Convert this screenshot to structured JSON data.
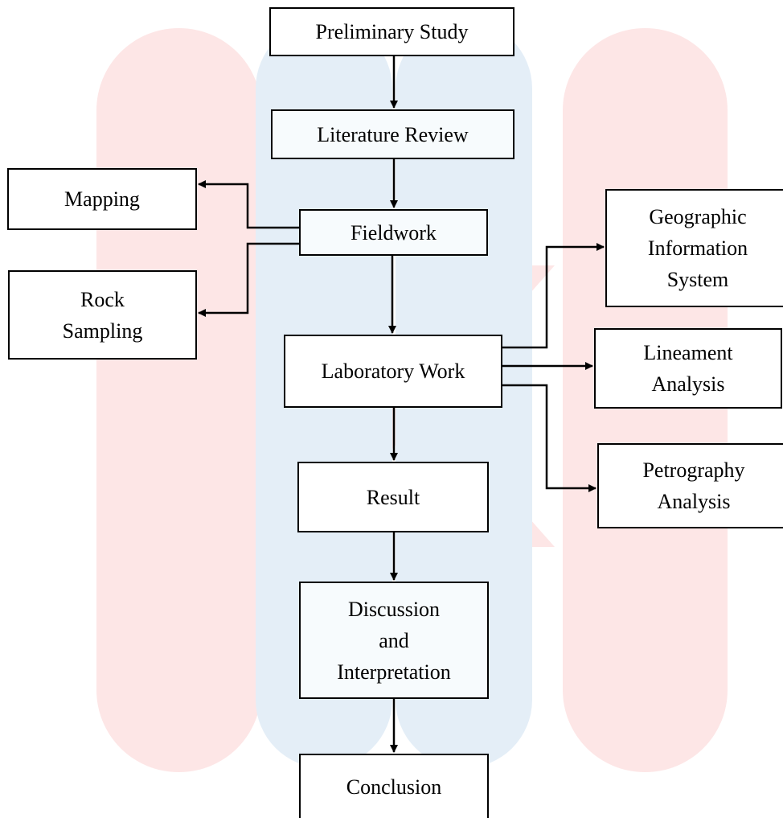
{
  "colors": {
    "box_border": "#000000",
    "arrow": "#000000",
    "watermark_red": "#fde6e6",
    "watermark_blue": "#e4eef7"
  },
  "watermark": {
    "description_icon": "university-logo-watermark"
  },
  "steps": {
    "preliminary_study": "Preliminary Study",
    "literature_review": "Literature Review",
    "fieldwork": "Fieldwork",
    "laboratory_work": "Laboratory Work",
    "result": "Result",
    "discussion": [
      "Discussion",
      "and",
      "Interpretation"
    ],
    "conclusion": "Conclusion"
  },
  "fieldwork_outputs": {
    "mapping": "Mapping",
    "rock_sampling": [
      "Rock",
      "Sampling"
    ]
  },
  "lab_outputs": {
    "gis": [
      "Geographic",
      "Information",
      "System"
    ],
    "lineament": [
      "Lineament",
      "Analysis"
    ],
    "petrography": [
      "Petrography",
      "Analysis"
    ]
  }
}
